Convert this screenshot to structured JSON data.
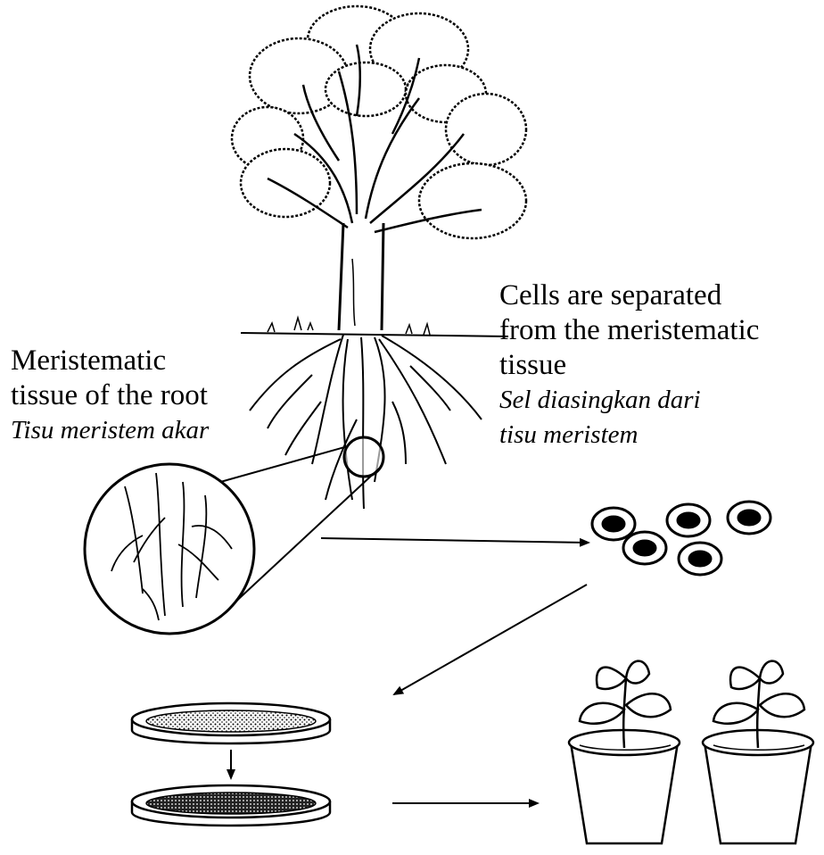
{
  "labels": {
    "root_en_1": "Meristematic",
    "root_en_2": "tissue of the root",
    "root_ms": "Tisu meristem akar",
    "cells_en_1": "Cells are separated",
    "cells_en_2": "from the meristematic",
    "cells_en_3": "tissue",
    "cells_ms_1": "Sel diasingkan dari",
    "cells_ms_2": "tisu meristem"
  },
  "colors": {
    "ink": "#000000",
    "paper": "#ffffff"
  }
}
